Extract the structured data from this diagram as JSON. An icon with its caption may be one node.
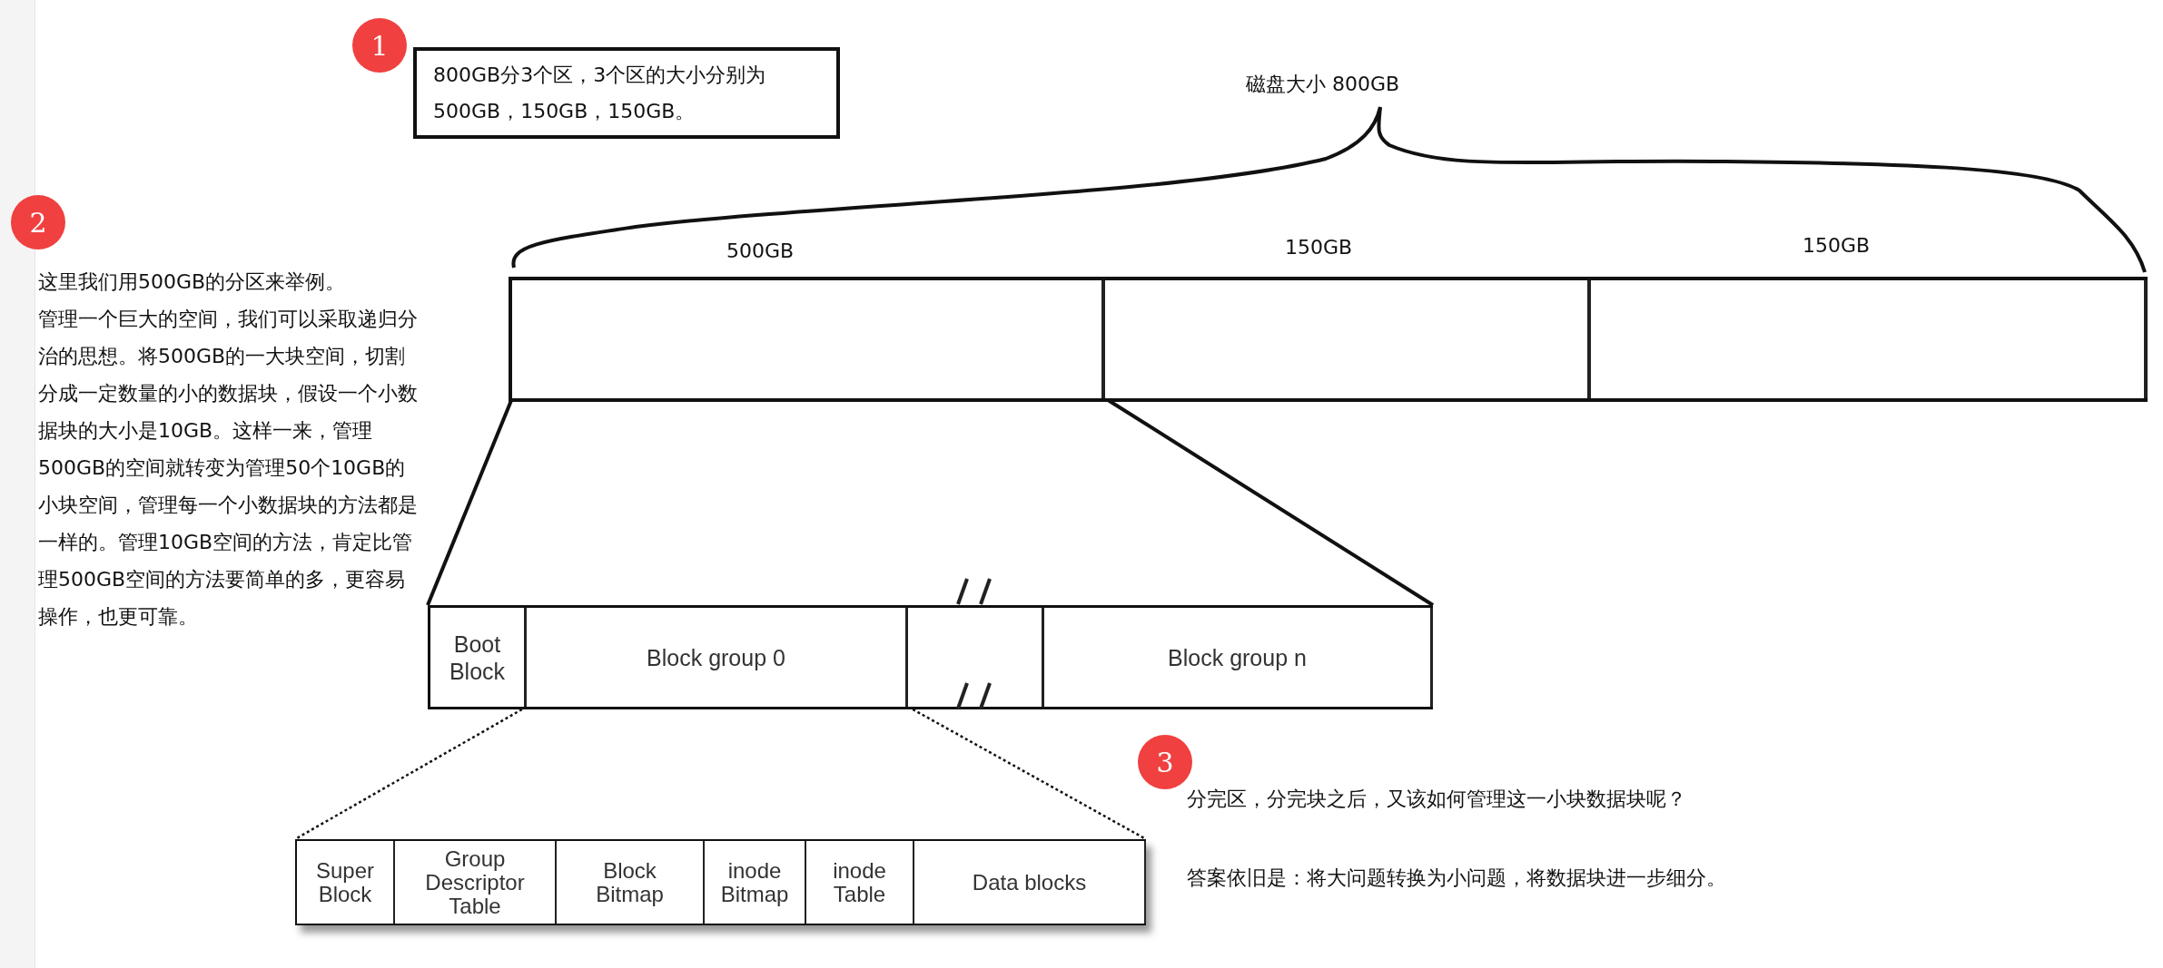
{
  "diagram": {
    "nodes": [
      {
        "text": [
          "1"
        ]
      },
      {
        "text": [
          "800GB分3个区，3个区的大小分别为500GB，150GB，150GB。"
        ]
      },
      {
        "text": [
          "2"
        ]
      },
      {
        "text": [],
        "shape": "bar"
      },
      {
        "text": [],
        "shape": "box",
        "in": 3,
        "beside": [
          "500GB"
        ]
      },
      {
        "text": [],
        "shape": "box",
        "in": 3,
        "beside": [
          "150GB"
        ]
      },
      {
        "text": [],
        "shape": "box",
        "in": 3,
        "beside": [
          "150GB"
        ]
      },
      {
        "text": [],
        "shape": "bar"
      },
      {
        "text": [
          "Boot Block"
        ],
        "in": 7
      },
      {
        "text": [
          "Block group 0"
        ],
        "in": 7
      },
      {
        "text": [],
        "shape": "box",
        "in": 7
      },
      {
        "text": [
          "Block group n"
        ],
        "in": 7
      },
      {
        "text": [],
        "shape": "bar"
      },
      {
        "text": [
          "Super Block"
        ],
        "in": 12
      },
      {
        "text": [
          "Group Descriptor Table"
        ],
        "in": 12
      },
      {
        "text": [
          "Block Bitmap"
        ],
        "in": 12
      },
      {
        "text": [
          "inode Bitmap"
        ],
        "in": 12
      },
      {
        "text": [
          "inode Table"
        ],
        "in": 12
      },
      {
        "text": [
          "Data blocks"
        ],
        "in": 12
      },
      {
        "text": [
          "3"
        ]
      }
    ],
    "edges": [
      {
        "from": 4,
        "to": 7,
        "arrow": "none"
      },
      {
        "from": 4,
        "to": 7,
        "arrow": "none"
      },
      {
        "from": 9,
        "to": 12,
        "arrow": "none",
        "style": "dashed"
      },
      {
        "from": 9,
        "to": 12,
        "arrow": "none",
        "style": "dashed"
      }
    ],
    "labels": [
      "磁盘大小  800GB",
      "这里我们用500GB的分区来举例。",
      "管理一个巨大的空间，我们可以采取递归分治的思想。将500GB的一大块空间，切割分成一定数量的小的数据块，假设一个小数据块的大小是10GB。这样一来，管理500GB的空间就转变为管理50个10GB的小块空间，管理每一个小数据块的方法都是一样的。管理10GB空间的方法，肯定比管理500GB空间的方法要简单的多，更容易操作，也更可靠。",
      "分完区，分完块之后，又该如何管理这一小块数据块呢？",
      "答案依旧是：将大问题转换为小问题，将数据块进一步细分。"
    ]
  }
}
